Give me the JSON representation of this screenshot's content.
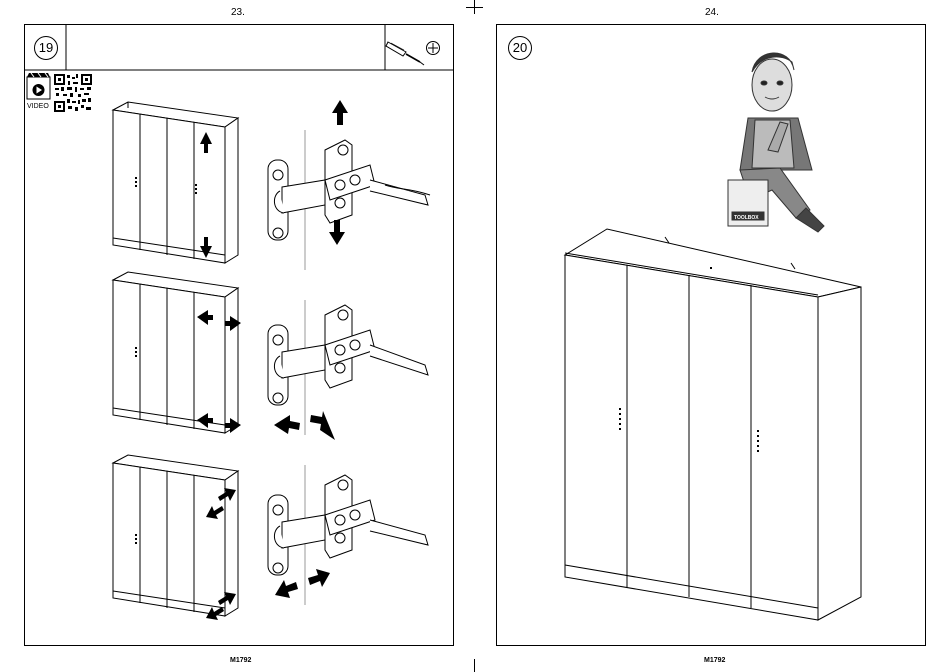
{
  "left_page": {
    "page_number": "23.",
    "step": "19",
    "video_label": "VIDEO",
    "footer_code": "M1792",
    "icons": [
      "screwdriver-icon",
      "phillips-screw-icon",
      "video-play-icon",
      "qr-code-icon"
    ]
  },
  "right_page": {
    "page_number": "24.",
    "step": "20",
    "footer_code": "M1792",
    "mascot_toolbox_label": "TOOLBOX"
  }
}
